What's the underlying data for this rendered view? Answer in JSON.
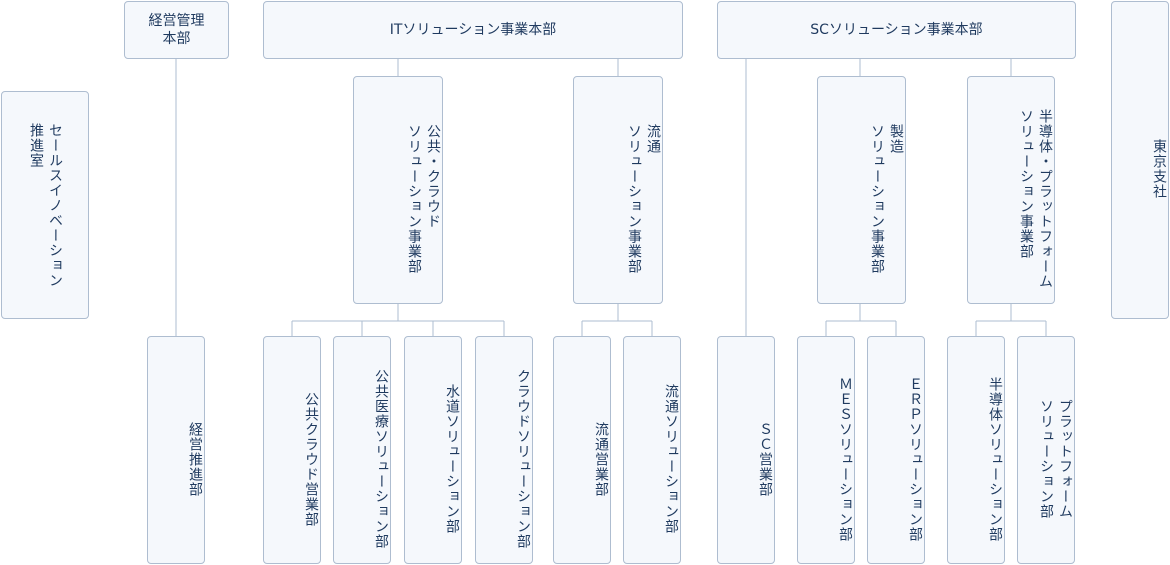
{
  "org": {
    "sales_innovation": "セールスイノベーション\n推進室",
    "management_hq": "経営管理\n本部",
    "management_promo": "経営推進部",
    "it_hq": "ITソリューション事業本部",
    "public_cloud_div": "公共・クラウド\nソリューション事業部",
    "distribution_div": "流通\nソリューション事業部",
    "public_cloud_sales": "公共クラウド営業部",
    "public_medical": "公共医療ソリューション部",
    "water_solution": "水道ソリューション部",
    "cloud_solution": "クラウドソリューション部",
    "distribution_sales": "流通営業部",
    "distribution_solution": "流通ソリューション部",
    "sc_hq": "SCソリューション事業本部",
    "sc_sales": "ＳＣ営業部",
    "manufacturing_div": "製造\nソリューション事業部",
    "semiconductor_div": "半導体・プラットフォーム\nソリューション事業部",
    "mes_solution": "ＭＥＳソリューション部",
    "erp_solution": "ＥＲＰソリューション部",
    "semiconductor_solution": "半導体ソリューション部",
    "platform_solution": "プラットフォーム\nソリューション部",
    "tokyo_branch": "東京支社"
  }
}
